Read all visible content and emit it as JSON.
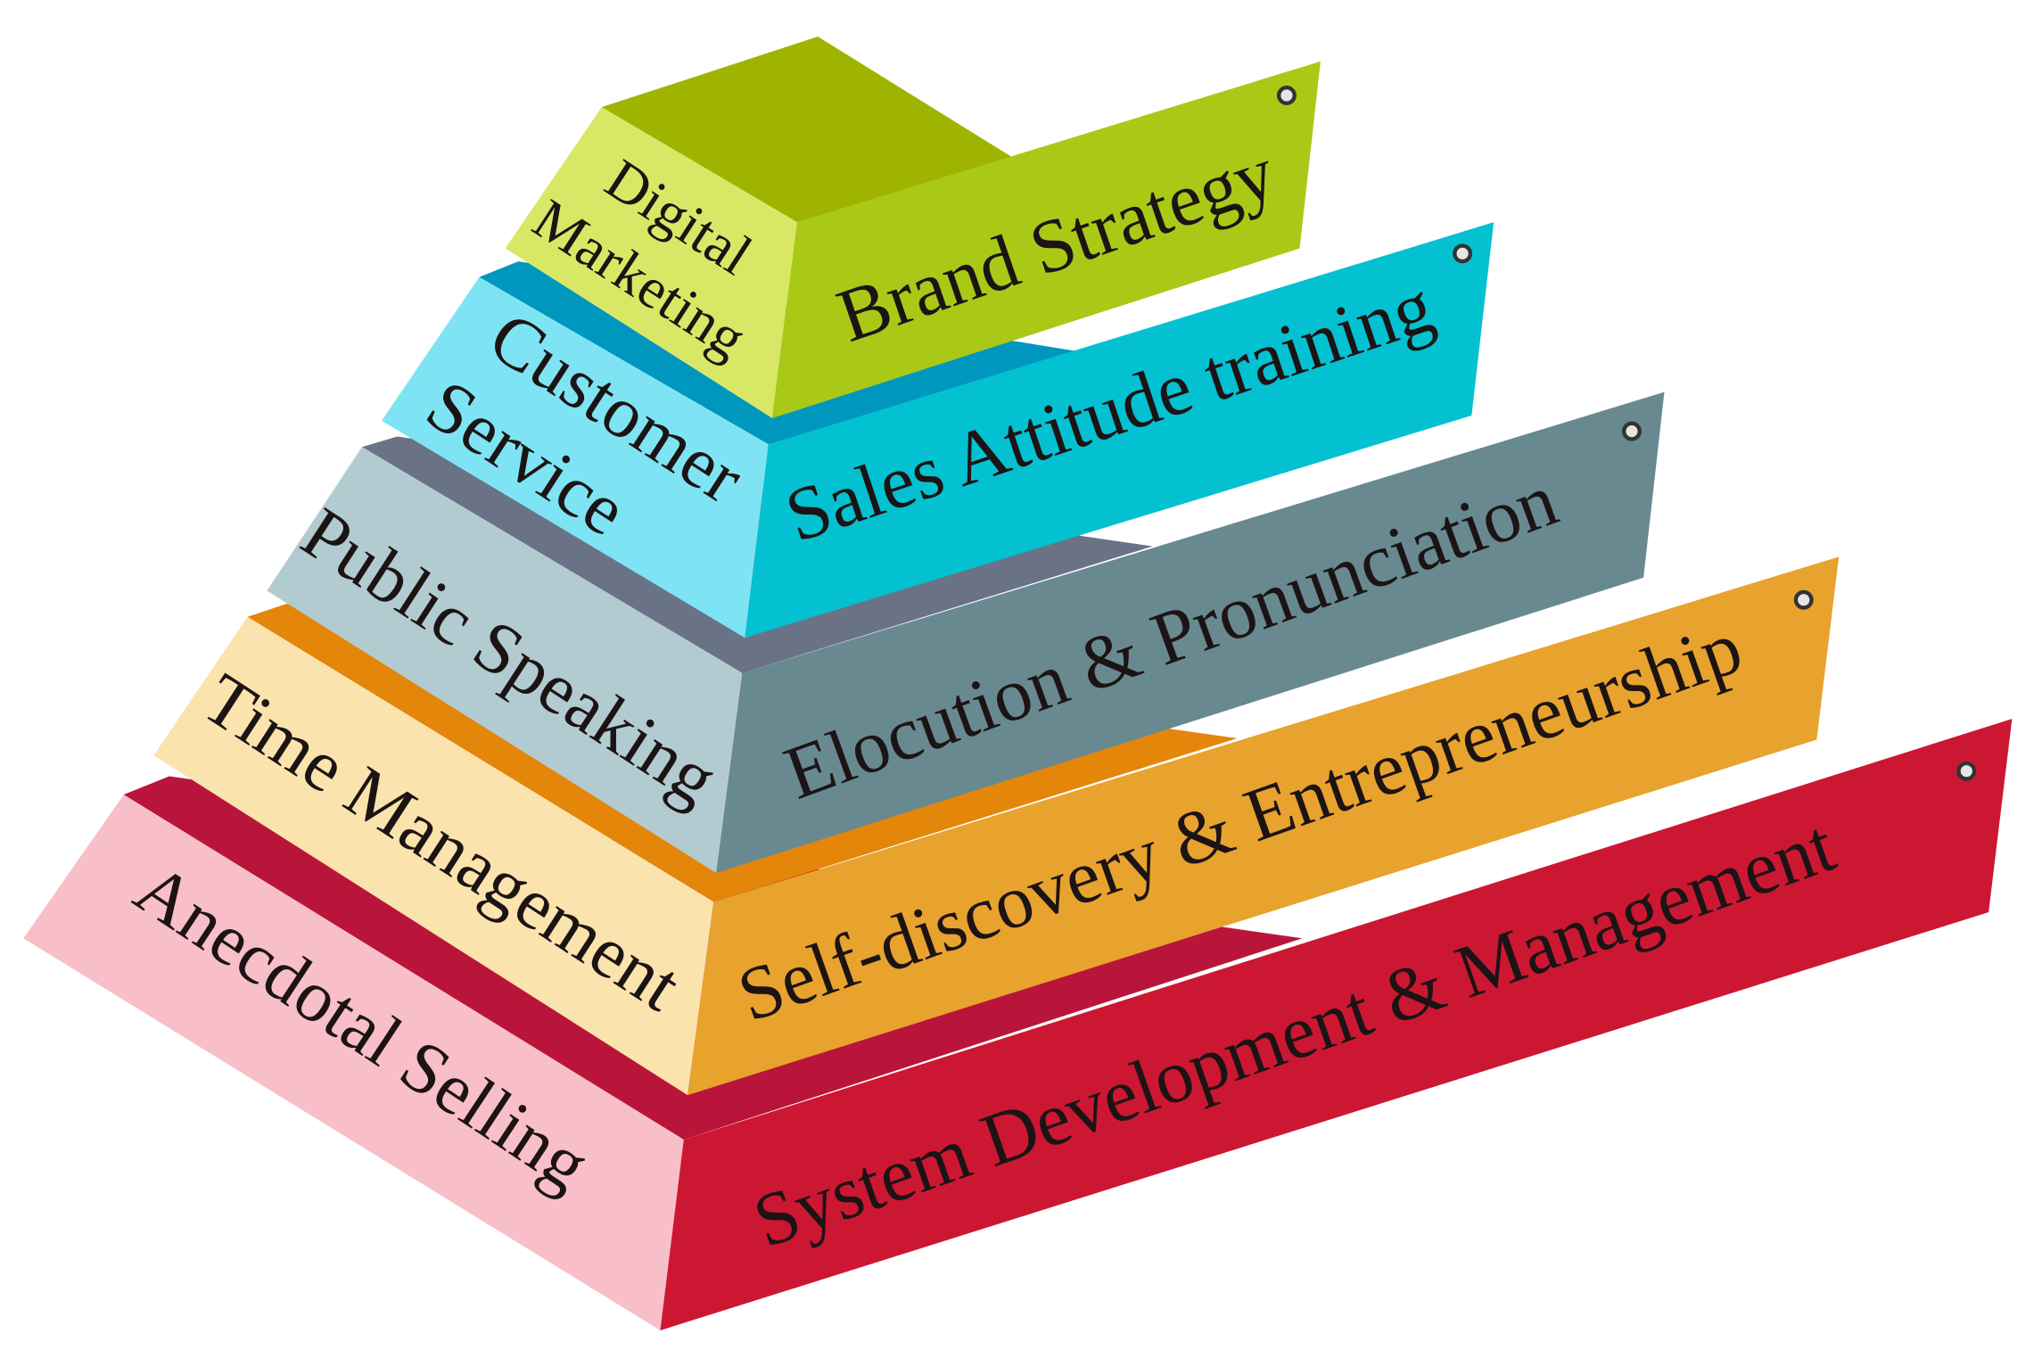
{
  "title": "Training pyramid",
  "colors": {
    "red": "#cc1733",
    "orange": "#e8a22e",
    "gray": "#688990",
    "cyan": "#04c1d1",
    "green": "#aac917"
  },
  "layers": [
    {
      "side_label": "Anecdotal Selling",
      "front_label": "System Development & Management"
    },
    {
      "side_label": "Time Management",
      "front_label": "Self-discovery & Entrepreneurship"
    },
    {
      "side_label": "Public Speaking",
      "front_label": "Elocution & Pronunciation"
    },
    {
      "side_label_line1": "Customer",
      "side_label_line2": "Service",
      "front_label": "Sales Attitude training"
    },
    {
      "side_label_line1": "Digital",
      "side_label_line2": "Marketing",
      "front_label": "Brand Strategy"
    }
  ]
}
